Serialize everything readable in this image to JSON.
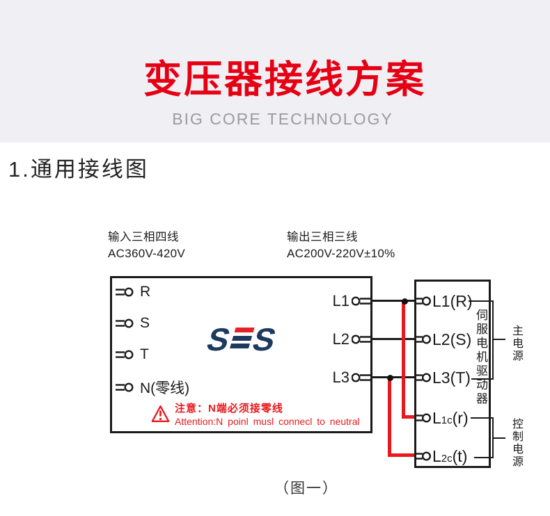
{
  "header": {
    "title": "变压器接线方案",
    "subtitle": "BIG CORE TECHNOLOGY",
    "title_color": "#e60014",
    "band_bg": "#f0f0f4"
  },
  "section": {
    "heading": "1.通用接线图"
  },
  "diagram": {
    "input_spec": {
      "line1": "输入三相四线",
      "line2": "AC360V-420V"
    },
    "output_spec": {
      "line1": "输出三相三线",
      "line2": "AC200V-220V±10%"
    },
    "transformer": {
      "inputs": [
        "R",
        "S",
        "T",
        "N(零线)"
      ],
      "outputs": [
        "L1",
        "L2",
        "L3"
      ],
      "logo": {
        "s1": "S",
        "s2": "S",
        "navy": "#1c3a5e",
        "red": "#e32227"
      },
      "warning": {
        "line1": "注意：N端必须接零线",
        "line2": "Attention:N poinl musl connecl to neutral"
      }
    },
    "driver": {
      "label_vertical": "伺服电机驱动器",
      "terminals": [
        {
          "pre": "L1(R)",
          "sub": "",
          "post": ""
        },
        {
          "pre": "L2(S)",
          "sub": "",
          "post": ""
        },
        {
          "pre": "L3(T)",
          "sub": "",
          "post": ""
        },
        {
          "pre": "L",
          "sub": "1c",
          "post": "(r)"
        },
        {
          "pre": "L",
          "sub": "2c",
          "post": "(t)"
        }
      ]
    },
    "brackets": {
      "main_power": "主电源",
      "control_power": "控制电源"
    },
    "wire_red": "#e8191d",
    "line_black": "#1a1a1a"
  },
  "caption": "（图一）"
}
